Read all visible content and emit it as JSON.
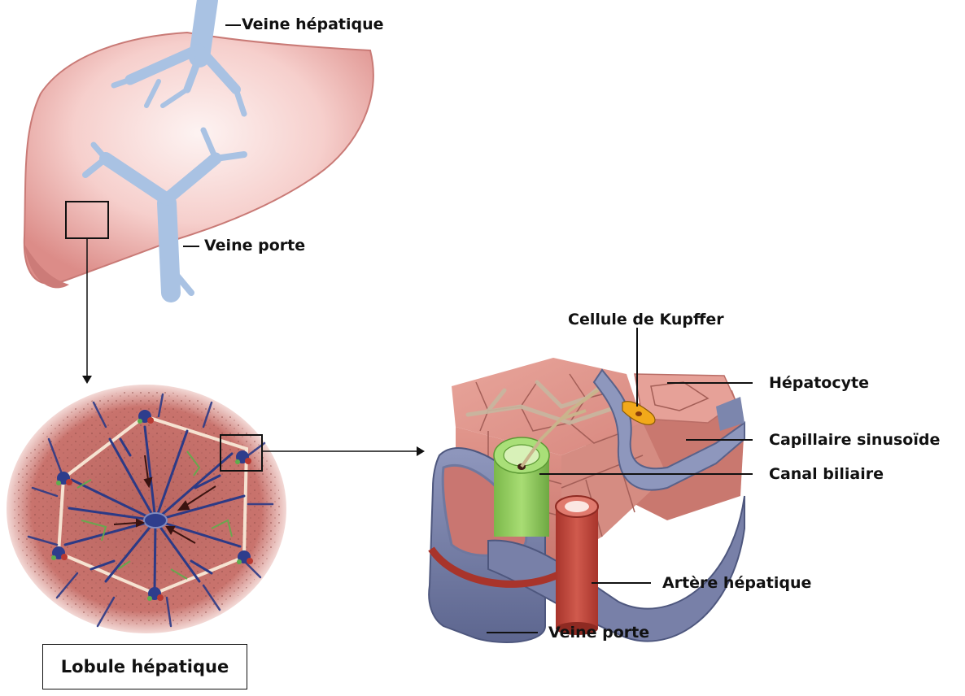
{
  "labels": {
    "veine_hepatique": "Veine hépatique",
    "veine_porte_liver": "Veine porte",
    "cellule_kupffer": "Cellule de Kupffer",
    "hepatocyte": "Hépatocyte",
    "capillaire_sinusoide": "Capillaire sinusoïde",
    "canal_biliaire": "Canal biliaire",
    "artere_hepatique": "Artère hépatique",
    "veine_porte_block": "Veine porte"
  },
  "caption": "Lobule hépatique",
  "colors": {
    "liver": "#e7a3a0",
    "liver_light": "#fbe5e4",
    "vein_blue": "#a9c2e3",
    "lobule_bg": "#c9726c",
    "central_vein": "#2e3d8c",
    "hepatocyte": "#e59c93",
    "sinusoid": "#8791b6",
    "bile_duct": "#9dd46a",
    "artery": "#c2463b",
    "kupffer": "#f2a91a"
  }
}
